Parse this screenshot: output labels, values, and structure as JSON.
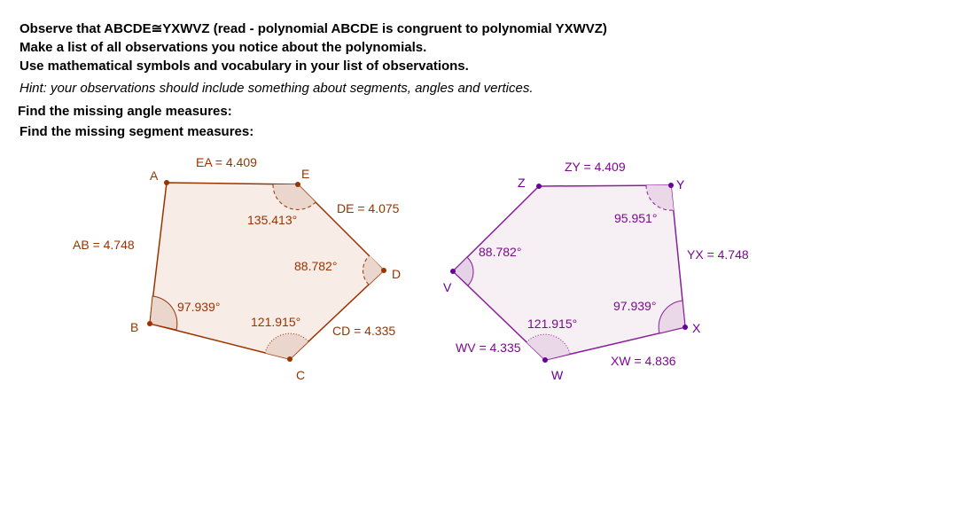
{
  "instructions": {
    "line1": "Observe that ABCDE≅YXWVZ (read - polynomial ABCDE is congruent to polynomial YXWVZ)",
    "line2": "Make a list of all observations you notice about the polynomials.",
    "line3": "Use mathematical symbols and vocabulary in your list of observations.",
    "hint": "Hint: your observations should include something about segments, angles and vertices.",
    "line5": "Find the missing angle measures:",
    "line6": "Find the missing segment measures:"
  },
  "pentagon_abcde": {
    "vertices": [
      "A",
      "B",
      "C",
      "D",
      "E"
    ],
    "segments": {
      "ea": "EA = 4.409",
      "ab": "AB = 4.748",
      "de": "DE = 4.075",
      "cd": "CD = 4.335"
    },
    "angles": {
      "e": "135.413°",
      "d": "88.782°",
      "b": "97.939°",
      "c": "121.915°"
    },
    "stroke_color": "#993300",
    "fill_color": "#f7ece6"
  },
  "pentagon_yxwvz": {
    "vertices": [
      "Y",
      "X",
      "W",
      "V",
      "Z"
    ],
    "segments": {
      "zy": "ZY = 4.409",
      "yx": "YX = 4.748",
      "wv": "WV = 4.335",
      "xw": "XW = 4.836"
    },
    "angles": {
      "y": "95.951°",
      "v": "88.782°",
      "x": "97.939°",
      "w": "121.915°"
    },
    "stroke_color": "#8a1f9a",
    "fill_color": "#f6f0f4"
  }
}
